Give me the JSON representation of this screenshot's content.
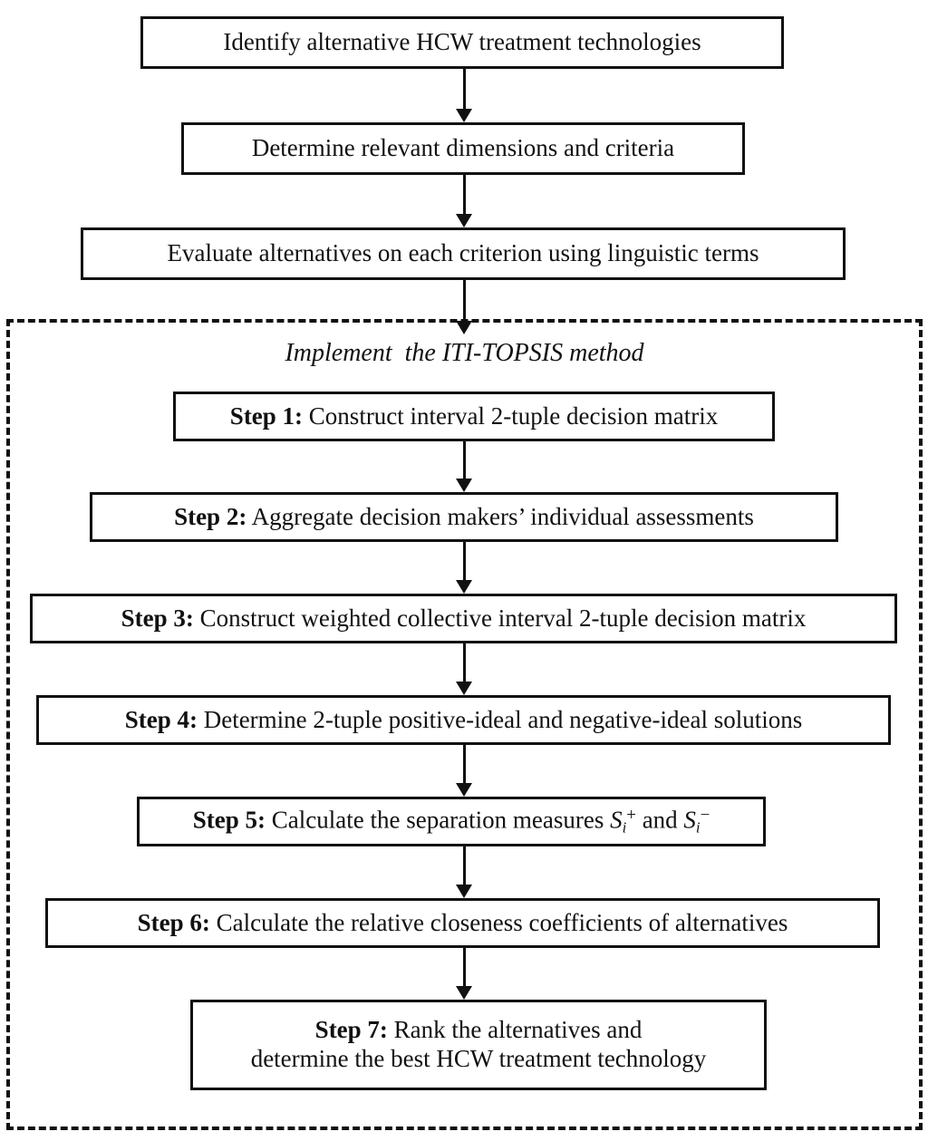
{
  "diagram": {
    "title": "ITI-TOPSIS health-care waste treatment technology selection flowchart",
    "colors": {
      "stroke": "#111111",
      "background": "#ffffff"
    },
    "preliminary_steps": [
      {
        "id": "step-identify",
        "text": "Identify alternative HCW treatment technologies"
      },
      {
        "id": "step-determine-criteria",
        "text": "Determine relevant dimensions and criteria"
      },
      {
        "id": "step-evaluate",
        "text": "Evaluate alternatives on each criterion using linguistic terms"
      }
    ],
    "region": {
      "title": "Implement  the ITI-TOPSIS method",
      "border_style": "dashed"
    },
    "method_steps": [
      {
        "id": "step-1",
        "label": "Step 1:",
        "text": " Construct interval 2-tuple decision matrix"
      },
      {
        "id": "step-2",
        "label": "Step 2:",
        "text": " Aggregate decision makers’ individual assessments"
      },
      {
        "id": "step-3",
        "label": "Step 3:",
        "text": " Construct weighted collective interval 2-tuple decision matrix"
      },
      {
        "id": "step-4",
        "label": "Step 4:",
        "text": " Determine 2-tuple positive-ideal and negative-ideal solutions"
      },
      {
        "id": "step-5",
        "label": "Step 5:",
        "text": " Calculate the separation measures ",
        "math": {
          "var1": "S",
          "sub1": "i",
          "sup1": "+",
          "conjunction": " and ",
          "var2": "S",
          "sub2": "i",
          "sup2": "−"
        }
      },
      {
        "id": "step-6",
        "label": "Step 6:",
        "text": " Calculate the relative closeness coefficients of alternatives"
      },
      {
        "id": "step-7",
        "label": "Step 7:",
        "text": " Rank the alternatives and",
        "line2": "determine the best HCW treatment technology"
      }
    ],
    "connectors": [
      {
        "id": "connector-1",
        "from": "step-identify",
        "to": "step-determine-criteria"
      },
      {
        "id": "connector-2",
        "from": "step-determine-criteria",
        "to": "step-evaluate"
      },
      {
        "id": "connector-3",
        "from": "step-evaluate",
        "to": "step-1"
      },
      {
        "id": "connector-4",
        "from": "step-1",
        "to": "step-2"
      },
      {
        "id": "connector-5",
        "from": "step-2",
        "to": "step-3"
      },
      {
        "id": "connector-6",
        "from": "step-3",
        "to": "step-4"
      },
      {
        "id": "connector-7",
        "from": "step-4",
        "to": "step-5"
      },
      {
        "id": "connector-8",
        "from": "step-5",
        "to": "step-6"
      },
      {
        "id": "connector-9",
        "from": "step-6",
        "to": "step-7"
      }
    ]
  }
}
